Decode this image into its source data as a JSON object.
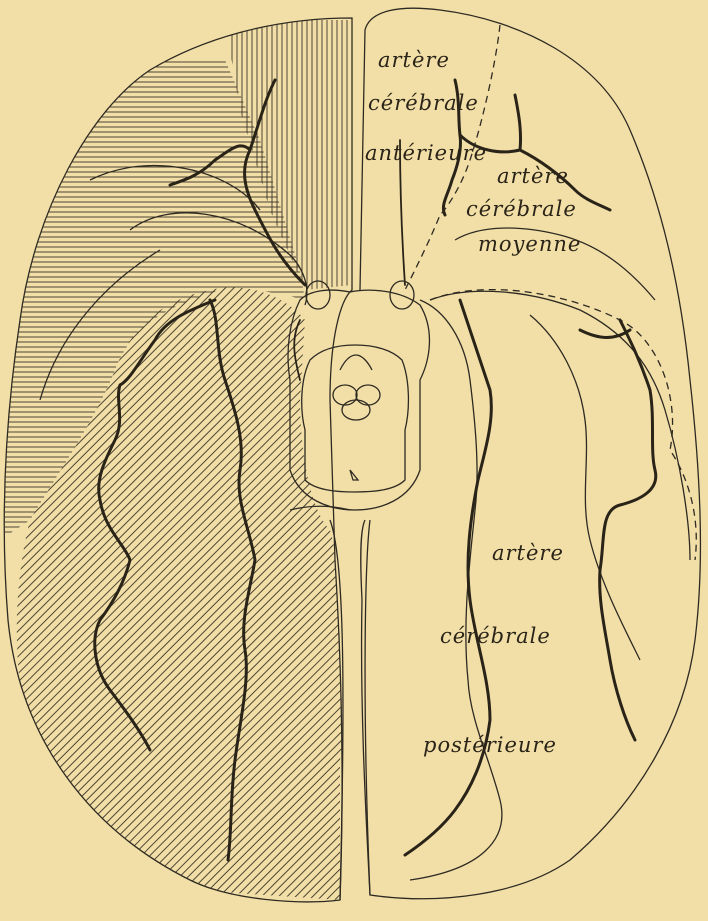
{
  "figure": {
    "background_color": "#f2dfa8",
    "ink_color": "#2a2418"
  },
  "labels": {
    "anterior": [
      "artère",
      "cérébrale",
      "antérieure"
    ],
    "middle": [
      "artère",
      "cérébrale",
      "moyenne"
    ],
    "posterior": [
      "artère",
      "cérébrale",
      "postérieure"
    ]
  },
  "territories": [
    {
      "name": "anterior-territory",
      "hatch": "vertical"
    },
    {
      "name": "middle-territory",
      "hatch": "horizontal"
    },
    {
      "name": "posterior-territory",
      "hatch": "diagonal"
    }
  ]
}
